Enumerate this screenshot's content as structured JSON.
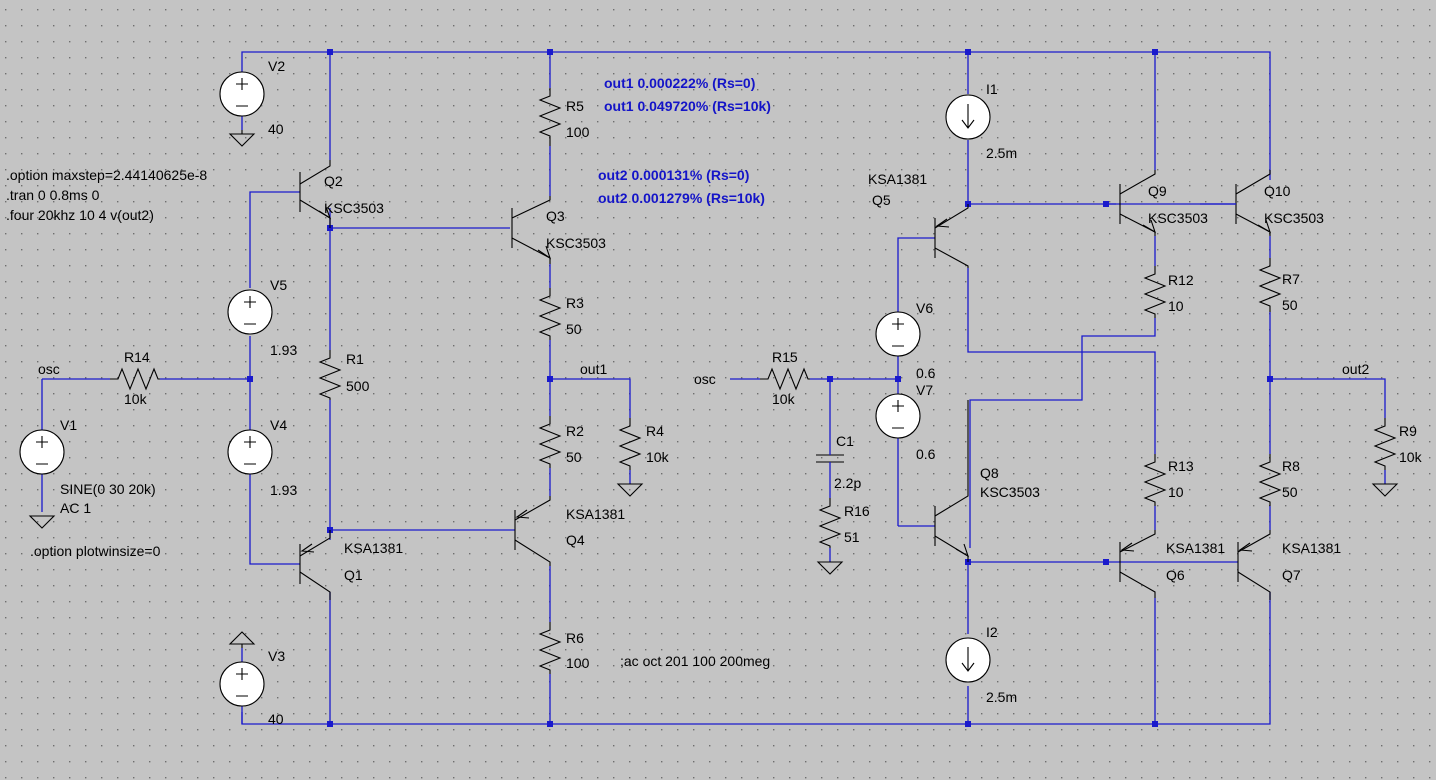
{
  "directives": {
    "maxstep": ".option maxstep=2.44140625e-8",
    "tran": ".tran 0 0.8ms 0",
    "four": ".four 20khz 10 4 v(out2)",
    "plotwinsize": ".option plotwinsize=0",
    "ac": ";ac oct 201 100 200meg"
  },
  "results": {
    "out1_rs0": "out1 0.000222% (Rs=0)",
    "out1_rs10k": "out1 0.049720% (Rs=10k)",
    "out2_rs0": "out2 0.000131% (Rs=0)",
    "out2_rs10k": "out2 0.001279% (Rs=10k)"
  },
  "nets": {
    "osc_a": "osc",
    "osc_b": "osc",
    "out1": "out1",
    "out2": "out2"
  },
  "sources": {
    "V1": {
      "name": "V1",
      "value": "SINE(0 30 20k)",
      "value2": "AC 1"
    },
    "V2": {
      "name": "V2",
      "value": "40"
    },
    "V3": {
      "name": "V3",
      "value": "40"
    },
    "V4": {
      "name": "V4",
      "value": "1.93"
    },
    "V5": {
      "name": "V5",
      "value": "1.93"
    },
    "V6": {
      "name": "V6",
      "value": "0.6"
    },
    "V7": {
      "name": "V7",
      "value": "0.6"
    },
    "I1": {
      "name": "I1",
      "value": "2.5m"
    },
    "I2": {
      "name": "I2",
      "value": "2.5m"
    }
  },
  "resistors": {
    "R1": {
      "name": "R1",
      "value": "500"
    },
    "R2": {
      "name": "R2",
      "value": "50"
    },
    "R3": {
      "name": "R3",
      "value": "50"
    },
    "R4": {
      "name": "R4",
      "value": "10k"
    },
    "R5": {
      "name": "R5",
      "value": "100"
    },
    "R6": {
      "name": "R6",
      "value": "100"
    },
    "R7": {
      "name": "R7",
      "value": "50"
    },
    "R8": {
      "name": "R8",
      "value": "50"
    },
    "R9": {
      "name": "R9",
      "value": "10k"
    },
    "R12": {
      "name": "R12",
      "value": "10"
    },
    "R13": {
      "name": "R13",
      "value": "10"
    },
    "R14": {
      "name": "R14",
      "value": "10k"
    },
    "R15": {
      "name": "R15",
      "value": "10k"
    },
    "R16": {
      "name": "R16",
      "value": "51"
    }
  },
  "capacitors": {
    "C1": {
      "name": "C1",
      "value": "2.2p"
    }
  },
  "transistors": {
    "Q1": {
      "name": "Q1",
      "model": "KSA1381"
    },
    "Q2": {
      "name": "Q2",
      "model": "KSC3503"
    },
    "Q3": {
      "name": "Q3",
      "model": "KSC3503"
    },
    "Q4": {
      "name": "Q4",
      "model": "KSA1381"
    },
    "Q5": {
      "name": "Q5",
      "model": "KSA1381"
    },
    "Q6": {
      "name": "Q6",
      "model": "KSA1381"
    },
    "Q7": {
      "name": "Q7",
      "model": "KSA1381"
    },
    "Q8": {
      "name": "Q8",
      "model": "KSC3503"
    },
    "Q9": {
      "name": "Q9",
      "model": "KSC3503"
    },
    "Q10": {
      "name": "Q10",
      "model": "KSC3503"
    }
  },
  "colors": {
    "background": "#c4c4c4",
    "wire": "#1a1acc",
    "symbol": "#000000",
    "result_text": "#1414c8",
    "grid_dot": "#6e6e6e"
  }
}
